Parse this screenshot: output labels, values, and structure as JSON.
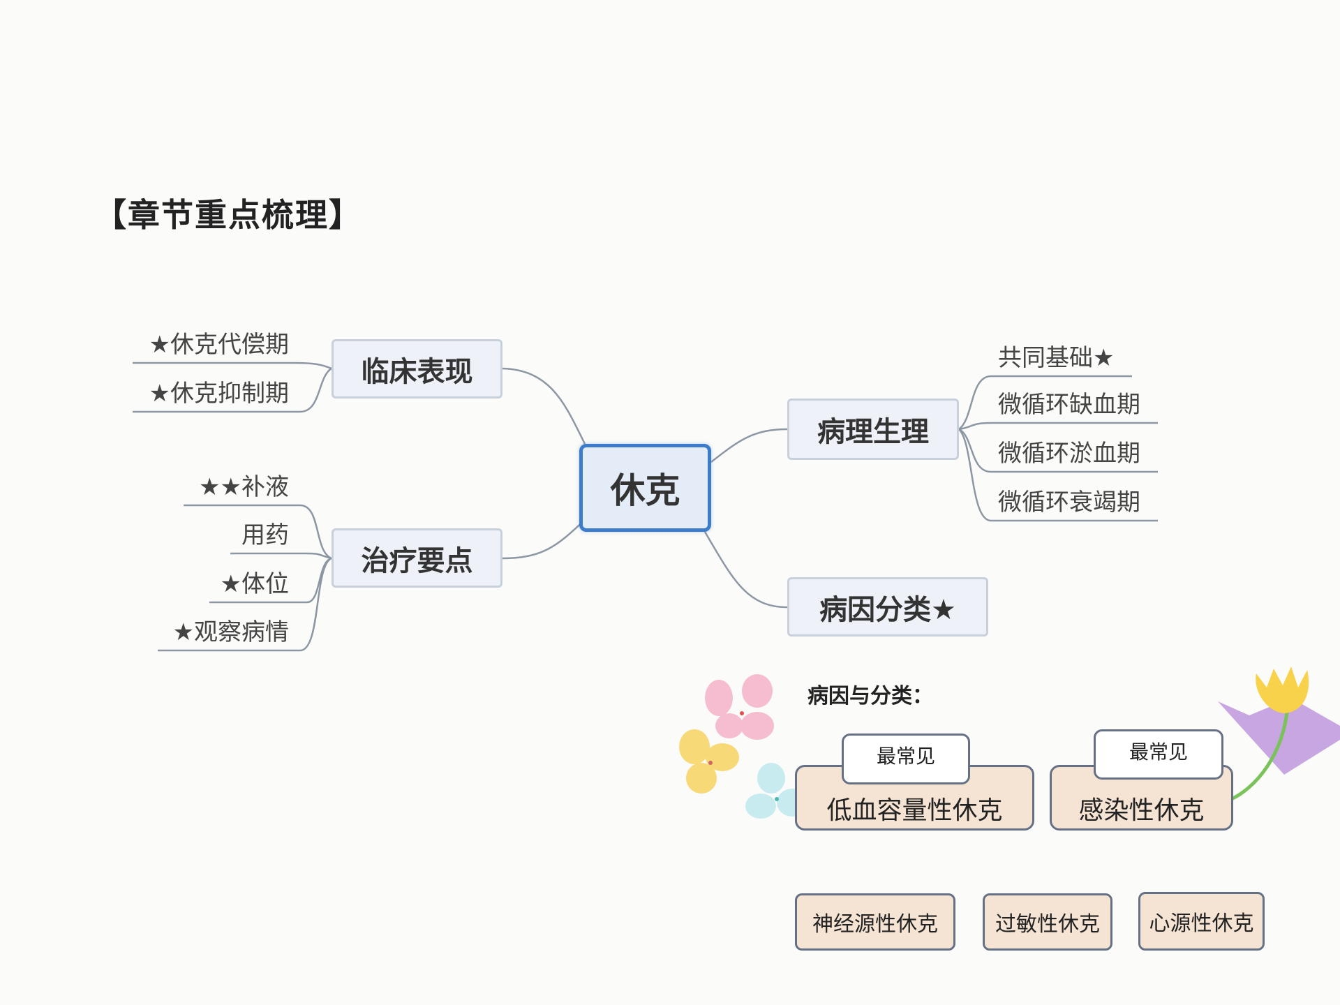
{
  "title": "【章节重点梳理】",
  "mindmap": {
    "center": "休克",
    "branches": {
      "clinical": {
        "label": "临床表现",
        "children": [
          "★休克代偿期",
          "★休克抑制期"
        ]
      },
      "treatment": {
        "label": "治疗要点",
        "children": [
          "★★补液",
          "用药",
          "★体位",
          "★观察病情"
        ]
      },
      "pathophysiology": {
        "label": "病理生理",
        "children": [
          "共同基础★",
          "微循环缺血期",
          "微循环淤血期",
          "微循环衰竭期"
        ]
      },
      "etiology": {
        "label": "病因分类★"
      }
    }
  },
  "classification": {
    "heading": "病因与分类：",
    "main_types": [
      {
        "label": "低血容量性休克",
        "callout": "最常见"
      },
      {
        "label": "感染性休克",
        "callout": "最常见"
      }
    ],
    "other_types": [
      "神经源性休克",
      "过敏性休克",
      "心源性休克"
    ]
  },
  "colors": {
    "center_border": "#3d7cc9",
    "node_fill": "#eef1f7",
    "type_fill": "#f5e4d3"
  }
}
